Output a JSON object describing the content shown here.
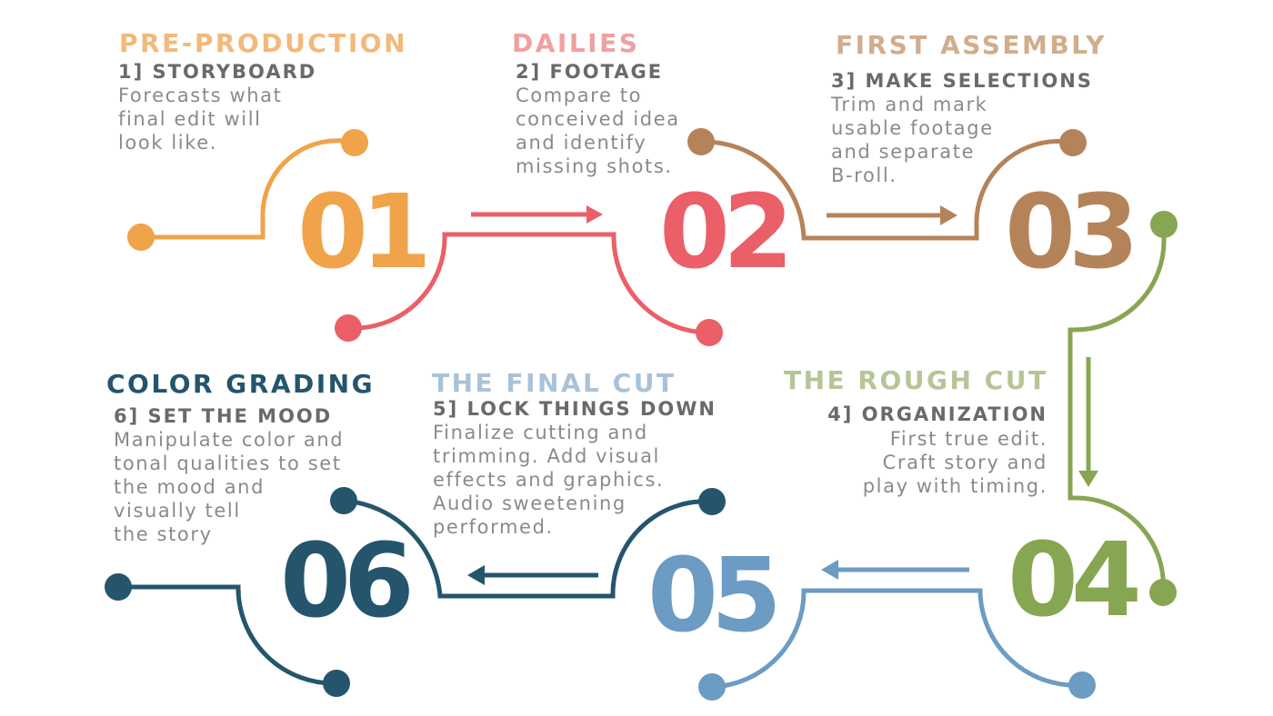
{
  "colors": {
    "s1": "#f0a34a",
    "s1_title": "#f3b87a",
    "s2": "#ea5f68",
    "s2_title": "#f0a0a0",
    "s3": "#b5835a",
    "s3_title": "#d1ad8c",
    "s4": "#87a651",
    "s4_title": "#b6c596",
    "s5": "#6c9bc3",
    "s5_title": "#a9c2d8",
    "s6": "#24556d",
    "s6_title": "#24556d",
    "step_text": "#6a6a6a",
    "desc_text": "#8a8a8a"
  },
  "steps": [
    {
      "number": "01",
      "stage": "PRE-PRODUCTION",
      "title": "1] STORYBOARD",
      "description": "Forecasts what\nfinal edit will\nlook like."
    },
    {
      "number": "02",
      "stage": "DAILIES",
      "title": "2] FOOTAGE",
      "description": "Compare to\nconceived idea\nand identify\nmissing shots."
    },
    {
      "number": "03",
      "stage": "FIRST ASSEMBLY",
      "title": "3] MAKE SELECTIONS",
      "description": "Trim and mark\nusable footage\nand separate\nB-roll."
    },
    {
      "number": "04",
      "stage": "THE ROUGH CUT",
      "title": "4] ORGANIZATION",
      "description": "First true edit.\nCraft story and\nplay with timing."
    },
    {
      "number": "05",
      "stage": "THE FINAL CUT",
      "title": "5] LOCK THINGS DOWN",
      "description": "Finalize cutting and\ntrimming. Add visual\neffects and graphics.\nAudio sweetening\nperformed."
    },
    {
      "number": "06",
      "stage": "COLOR GRADING",
      "title": "6] SET THE MOOD",
      "description": "Manipulate color and\ntonal qualities to set\nthe mood and\nvisually tell\nthe story"
    }
  ]
}
